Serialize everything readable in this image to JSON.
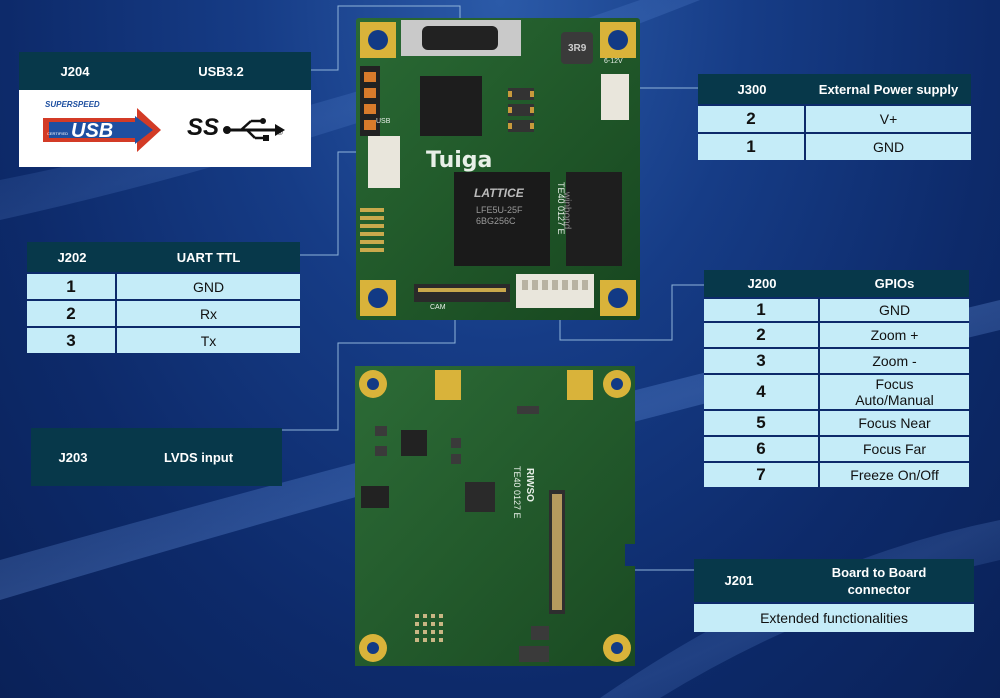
{
  "j204": {
    "id": "J204",
    "label": "USB3.2",
    "logo_small": "SUPERSPEED",
    "logo_big": "USB",
    "logo_certified": "CERTIFIED",
    "ss_logo": "SS"
  },
  "j300": {
    "id": "J300",
    "label": "External Power supply",
    "rows": [
      {
        "num": "2",
        "val": "V+"
      },
      {
        "num": "1",
        "val": "GND"
      }
    ]
  },
  "j202": {
    "id": "J202",
    "label": "UART TTL",
    "rows": [
      {
        "num": "1",
        "val": "GND"
      },
      {
        "num": "2",
        "val": "Rx"
      },
      {
        "num": "3",
        "val": "Tx"
      }
    ]
  },
  "j200": {
    "id": "J200",
    "label": "GPIOs",
    "rows": [
      {
        "num": "1",
        "val": "GND"
      },
      {
        "num": "2",
        "val": "Zoom +"
      },
      {
        "num": "3",
        "val": "Zoom -"
      },
      {
        "num": "4",
        "val": "Focus Auto/Manual"
      },
      {
        "num": "5",
        "val": "Focus Near"
      },
      {
        "num": "6",
        "val": "Focus Far"
      },
      {
        "num": "7",
        "val": "Freeze On/Off"
      }
    ]
  },
  "j203": {
    "id": "J203",
    "label": "LVDS input"
  },
  "j201": {
    "id": "J201",
    "label": "Board to Board connector",
    "desc": "Extended functionalities"
  },
  "board": {
    "brand": "Tuiga",
    "chip_brand": "LATTICE",
    "chip_part": "LFE5U-25F",
    "chip_code": "6BG256C",
    "ram_text": "winbond",
    "part_text": "TE40 0127 E",
    "power_label": "6-12V",
    "inductor": "3R9",
    "usb_label": "USB",
    "cam_label": "CAM",
    "bottom_part": "TE40 0127 E",
    "bottom_brand": "RIWSO"
  },
  "colors": {
    "header": "#07384a",
    "row": "#c5ecf8",
    "pcb": "#1f5a2c"
  }
}
